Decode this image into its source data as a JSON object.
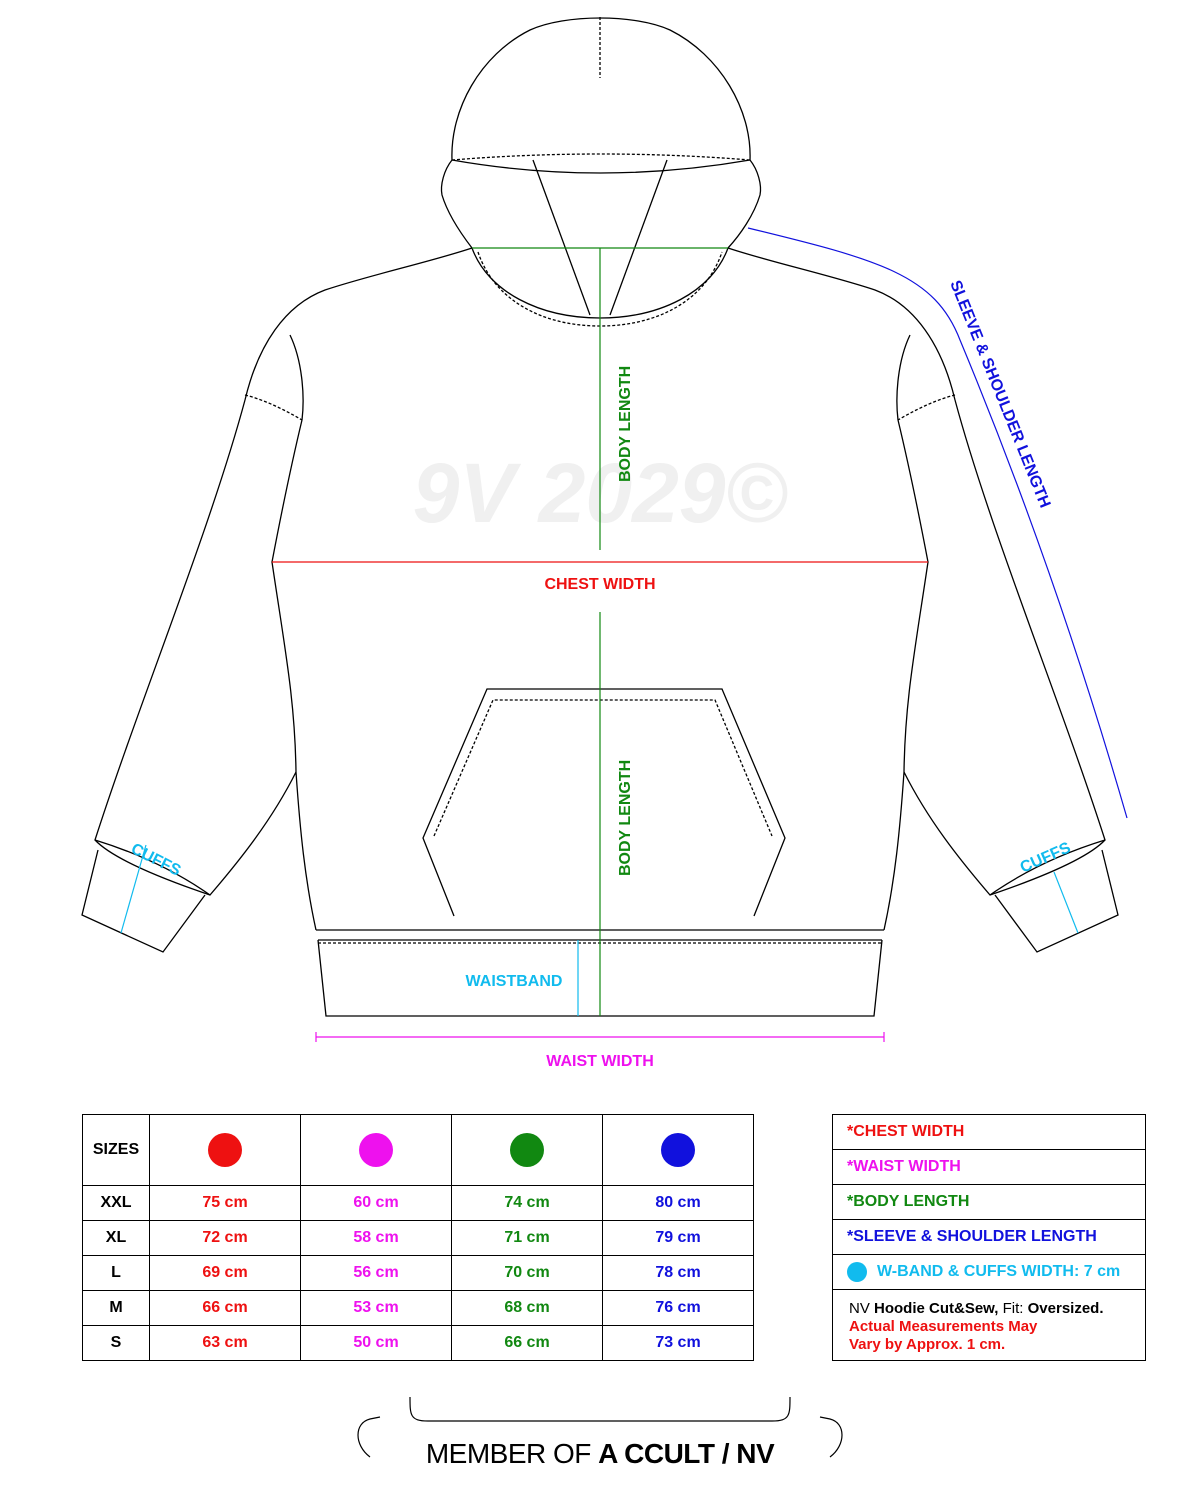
{
  "watermark": "9V 2029©",
  "labels": {
    "sleeve_shoulder": "SLEEVE & SHOULDER LENGTH",
    "body_length": "BODY LENGTH",
    "chest_width": "CHEST WIDTH",
    "cuffs": "CUFFS",
    "waistband": "WAISTBAND",
    "waist_width": "WAIST WIDTH"
  },
  "colors": {
    "chest": "#ee1111",
    "waist": "#ee11ee",
    "body": "#118811",
    "sleeve": "#1111dd",
    "band": "#11bbee"
  },
  "table": {
    "sizes_header": "SIZES",
    "rows": [
      {
        "size": "XXL",
        "chest": "75 cm",
        "waist": "60 cm",
        "body": "74 cm",
        "sleeve": "80 cm"
      },
      {
        "size": "XL",
        "chest": "72 cm",
        "waist": "58 cm",
        "body": "71 cm",
        "sleeve": "79 cm"
      },
      {
        "size": "L",
        "chest": "69 cm",
        "waist": "56 cm",
        "body": "70 cm",
        "sleeve": "78 cm"
      },
      {
        "size": "M",
        "chest": "66 cm",
        "waist": "53 cm",
        "body": "68 cm",
        "sleeve": "76 cm"
      },
      {
        "size": "S",
        "chest": "63 cm",
        "waist": "50 cm",
        "body": "66 cm",
        "sleeve": "73 cm"
      }
    ]
  },
  "legend": {
    "chest": "*CHEST WIDTH",
    "waist": "*WAIST WIDTH",
    "body": "*BODY LENGTH",
    "sleeve": "*SLEEVE & SHOULDER LENGTH",
    "band": "W-BAND & CUFFS WIDTH: 7 cm",
    "note_a": "NV ",
    "note_b": "Hoodie Cut&Sew,",
    "note_c": " Fit: ",
    "note_d": "Oversized.",
    "note_warn_1": "Actual Measurements May",
    "note_warn_2": "Vary by Approx. 1 cm."
  },
  "footer": {
    "prefix": "MEMBER OF ",
    "brand": "A CCULT / NV"
  }
}
